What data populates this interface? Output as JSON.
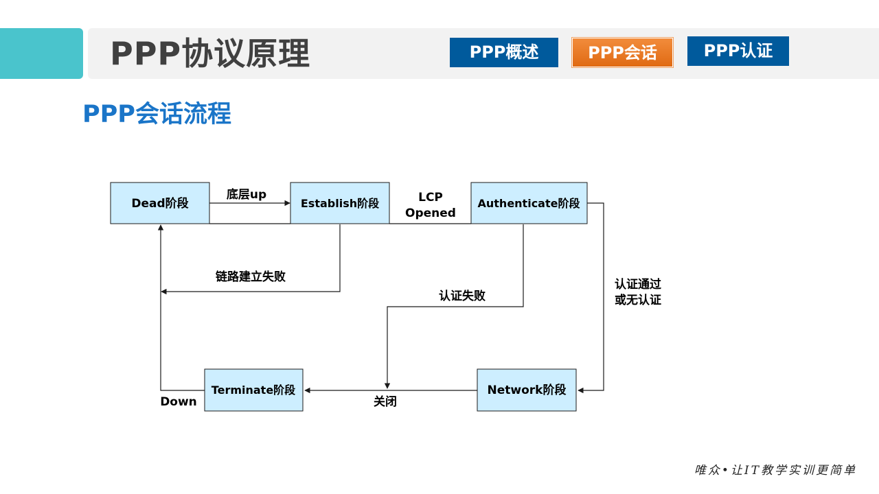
{
  "header": {
    "title": "PPP协议原理",
    "tabs": [
      {
        "label": "PPP概述"
      },
      {
        "label": "PPP会话"
      },
      {
        "label": "PPP认证"
      }
    ]
  },
  "section_title": "PPP会话流程",
  "diagram": {
    "nodes": {
      "dead": "Dead阶段",
      "establish": "Establish阶段",
      "authenticate": "Authenticate阶段",
      "network": "Network阶段",
      "terminate": "Terminate阶段"
    },
    "edge_labels": {
      "lower_layer_up": "底层up",
      "lcp_opened_line1": "LCP",
      "lcp_opened_line2": "Opened",
      "link_establish_failed": "链路建立失败",
      "auth_failed": "认证失败",
      "auth_passed_line1": "认证通过",
      "auth_passed_line2": "或无认证",
      "close": "关闭",
      "down": "Down"
    },
    "colors": {
      "node_fill": "#cdeeff",
      "stroke": "#1a1a1a"
    }
  },
  "footer": {
    "slogan": "唯众•让IT教学实训更简单"
  }
}
